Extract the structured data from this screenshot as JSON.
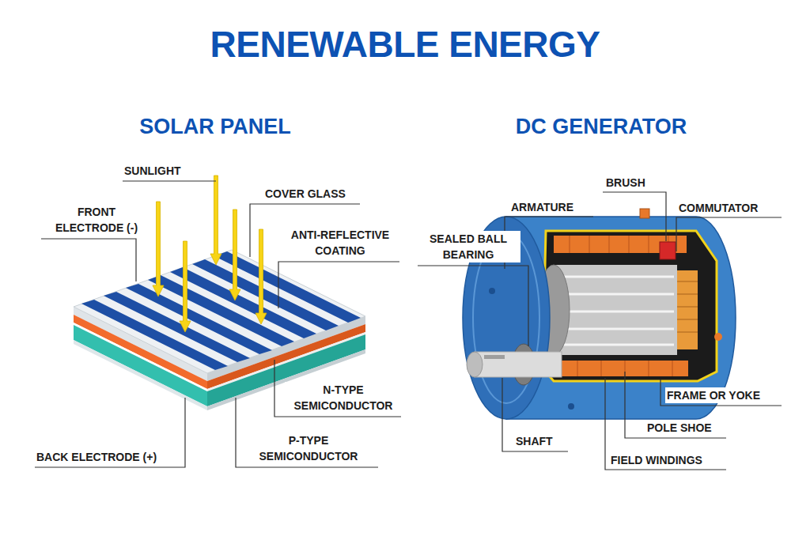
{
  "diagram": {
    "title": "RENEWABLE ENERGY",
    "labels": [
      "SOLAR PANEL",
      "DC GENERATOR",
      "SUNLIGHT",
      "COVER GLASS",
      "FRONT ELECTRODE (-)",
      "ANTI-REFLECTIVE COATING",
      "N-TYPE SEMICONDUCTOR",
      "P-TYPE SEMICONDUCTOR",
      "BACK ELECTRODE (+)",
      "ARMATURE",
      "BRUSH",
      "COMMUTATOR",
      "SEALED BALL BEARING",
      "FRAME OR YOKE",
      "POLE SHOE",
      "SHAFT",
      "FIELD WINDINGS"
    ]
  }
}
